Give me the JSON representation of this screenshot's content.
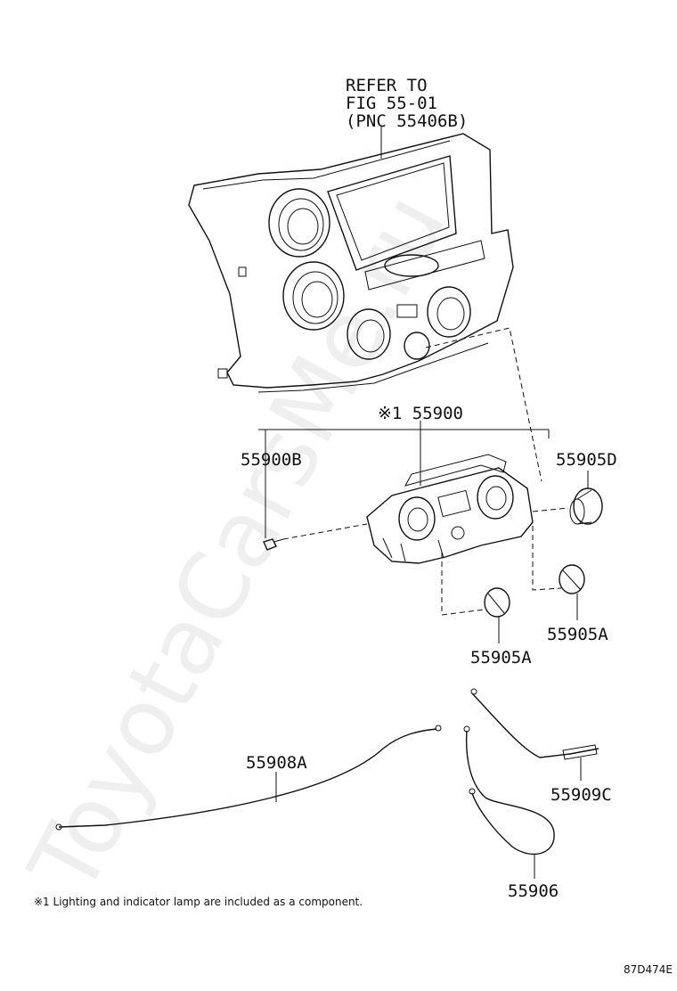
{
  "watermark": "ToyotaCarsMe.ru",
  "refer_note": {
    "line1": "REFER TO",
    "line2": "FIG 55-01",
    "line3": "(PNC 55406B)"
  },
  "parts": {
    "p55900": "※1 55900",
    "p55900b": "55900B",
    "p55905d": "55905D",
    "p55905a_right": "55905A",
    "p55905a_left": "55905A",
    "p55908a": "55908A",
    "p55909c": "55909C",
    "p55906": "55906"
  },
  "footnote": "※1  Lighting and indicator lamp are included as a component.",
  "figure_code": "87D474E"
}
